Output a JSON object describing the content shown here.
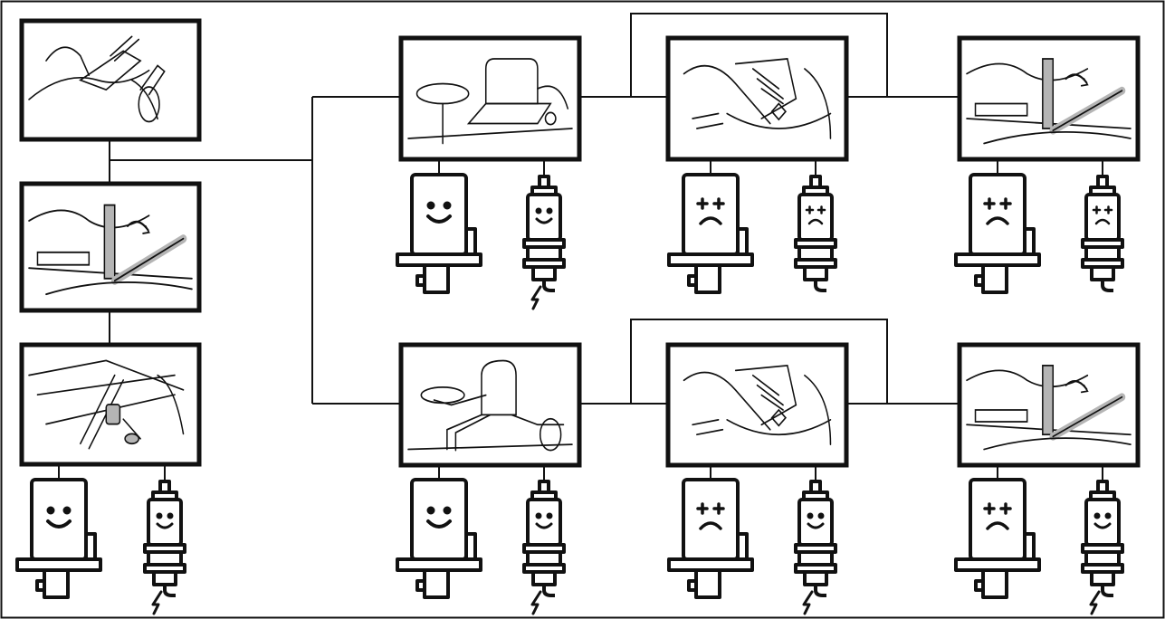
{
  "colors": {
    "stroke": "#111111",
    "background": "#ffffff",
    "highlight": "#b5b5b5"
  },
  "panels": [
    {
      "id": "ignition-key",
      "illustration": "ignition-key-turn"
    },
    {
      "id": "choke-lever-1",
      "illustration": "choke-throttle-lever"
    },
    {
      "id": "pedal-brake",
      "illustration": "brake-pedal-lock"
    },
    {
      "id": "seat-empty",
      "illustration": "operator-seat-empty"
    },
    {
      "id": "mower-deck-1",
      "illustration": "cutting-deck-engaged"
    },
    {
      "id": "choke-lever-2",
      "illustration": "choke-throttle-lever"
    },
    {
      "id": "seat-occupied",
      "illustration": "operator-seated"
    },
    {
      "id": "mower-deck-2",
      "illustration": "cutting-deck-engaged"
    },
    {
      "id": "choke-lever-3",
      "illustration": "choke-throttle-lever"
    }
  ],
  "outcomes": [
    {
      "id": "pedal-brake",
      "starter_face": "happy",
      "sparkplug_face": "happy",
      "spark": true
    },
    {
      "id": "seat-empty",
      "starter_face": "happy",
      "sparkplug_face": "happy",
      "spark": true
    },
    {
      "id": "mower-deck-1",
      "starter_face": "sad",
      "sparkplug_face": "sad",
      "spark": false
    },
    {
      "id": "choke-lever-2",
      "starter_face": "sad",
      "sparkplug_face": "sad",
      "spark": false
    },
    {
      "id": "seat-occupied",
      "starter_face": "happy",
      "sparkplug_face": "happy",
      "spark": true
    },
    {
      "id": "mower-deck-2",
      "starter_face": "sad",
      "sparkplug_face": "happy",
      "spark": true
    },
    {
      "id": "choke-lever-3",
      "starter_face": "sad",
      "sparkplug_face": "happy",
      "spark": true
    }
  ]
}
